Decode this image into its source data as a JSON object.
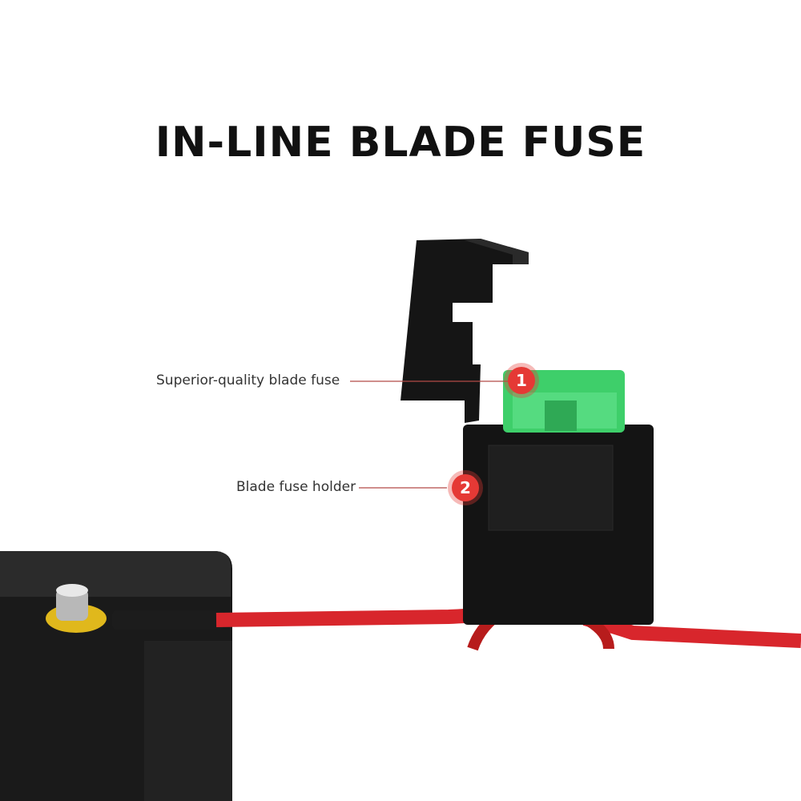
{
  "title": "IN-LINE BLADE FUSE",
  "callouts": [
    {
      "number": "1",
      "label": "Superior-quality blade fuse"
    },
    {
      "number": "2",
      "label": "Blade fuse holder"
    }
  ],
  "colors": {
    "wire": "#d8262c",
    "fuse": "#3ecf6a",
    "holder": "#141414",
    "accent": "#e53935"
  }
}
